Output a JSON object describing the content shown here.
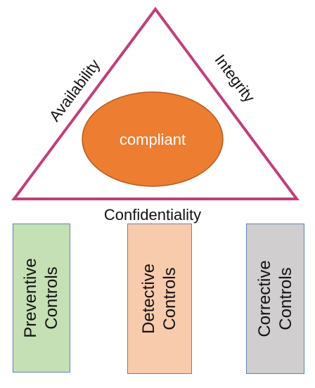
{
  "triangle": {
    "left_label": "Availability",
    "right_label": "Integrity",
    "bottom_label": "Confidentiality",
    "center_label": "compliant",
    "stroke_color": "#c0407a",
    "center_fill": "#ed7d31",
    "center_stroke": "#b65a1e"
  },
  "controls": [
    {
      "line1": "Preventive",
      "line2": "Controls",
      "fill": "#c5e0b4",
      "border": "#5f81b7"
    },
    {
      "line1": "Detective",
      "line2": "Controls",
      "fill": "#f8cbad",
      "border": "#5f81b7"
    },
    {
      "line1": "Corrective",
      "line2": "Controls",
      "fill": "#d0cece",
      "border": "#5f81b7"
    }
  ]
}
